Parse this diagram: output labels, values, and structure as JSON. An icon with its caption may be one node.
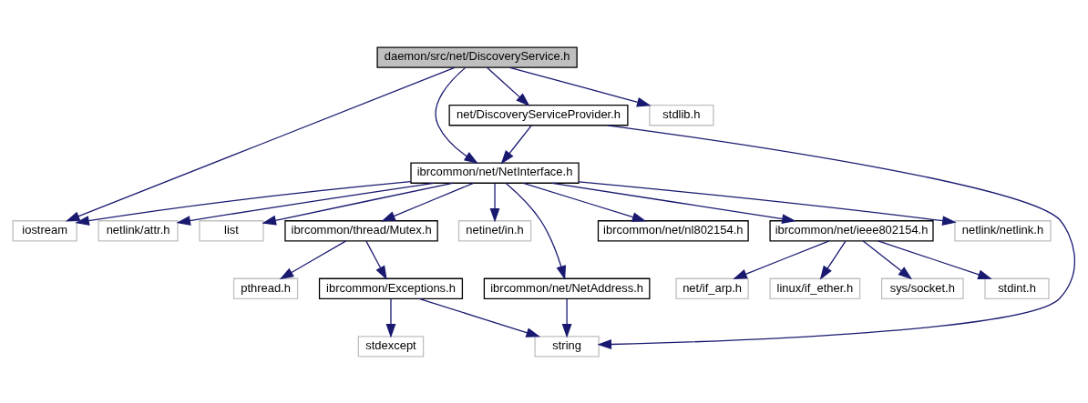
{
  "diagram": {
    "nodes": [
      {
        "text": [
          "daemon/src/net/DiscoveryService.h"
        ]
      },
      {
        "text": [
          "net/DiscoveryServiceProvider.h"
        ]
      },
      {
        "text": [
          "stdlib.h"
        ]
      },
      {
        "text": [
          "ibrcommon/net/NetInterface.h"
        ]
      },
      {
        "text": [
          "iostream"
        ]
      },
      {
        "text": [
          "netinet/in.h"
        ]
      },
      {
        "text": [
          "netlink/netlink.h"
        ]
      },
      {
        "text": [
          "netlink/attr.h"
        ]
      },
      {
        "text": [
          "list"
        ]
      },
      {
        "text": [
          "ibrcommon/thread/Mutex.h"
        ]
      },
      {
        "text": [
          "ibrcommon/net/nl802154.h"
        ]
      },
      {
        "text": [
          "ibrcommon/net/ieee802154.h"
        ]
      },
      {
        "text": [
          "ibrcommon/net/NetAddress.h"
        ]
      },
      {
        "text": [
          "pthread.h"
        ]
      },
      {
        "text": [
          "ibrcommon/Exceptions.h"
        ]
      },
      {
        "text": [
          "linux/if_ether.h"
        ]
      },
      {
        "text": [
          "sys/socket.h"
        ]
      },
      {
        "text": [
          "stdint.h"
        ]
      },
      {
        "text": [
          "net/if_arp.h"
        ]
      },
      {
        "text": [
          "string"
        ]
      },
      {
        "text": [
          "stdexcept"
        ]
      }
    ],
    "edges": [
      {
        "from": 0,
        "to": 1,
        "arrow": "to"
      },
      {
        "from": 0,
        "to": 3,
        "arrow": "to"
      },
      {
        "from": 0,
        "to": 2,
        "arrow": "to"
      },
      {
        "from": 0,
        "to": 4,
        "arrow": "to"
      },
      {
        "from": 1,
        "to": 3,
        "arrow": "to"
      },
      {
        "from": 1,
        "to": 19,
        "arrow": "to"
      },
      {
        "from": 3,
        "to": 12,
        "arrow": "to"
      },
      {
        "from": 3,
        "to": 5,
        "arrow": "to"
      },
      {
        "from": 3,
        "to": 6,
        "arrow": "to"
      },
      {
        "from": 3,
        "to": 7,
        "arrow": "to"
      },
      {
        "from": 3,
        "to": 8,
        "arrow": "to"
      },
      {
        "from": 3,
        "to": 9,
        "arrow": "to"
      },
      {
        "from": 3,
        "to": 10,
        "arrow": "to"
      },
      {
        "from": 3,
        "to": 11,
        "arrow": "to"
      },
      {
        "from": 3,
        "to": 4,
        "arrow": "to"
      },
      {
        "from": 12,
        "to": 19,
        "arrow": "to"
      },
      {
        "from": 9,
        "to": 13,
        "arrow": "to"
      },
      {
        "from": 9,
        "to": 14,
        "arrow": "to"
      },
      {
        "from": 14,
        "to": 19,
        "arrow": "to"
      },
      {
        "from": 14,
        "to": 20,
        "arrow": "to"
      },
      {
        "from": 11,
        "to": 15,
        "arrow": "to"
      },
      {
        "from": 11,
        "to": 16,
        "arrow": "to"
      },
      {
        "from": 11,
        "to": 17,
        "arrow": "to"
      },
      {
        "from": 11,
        "to": 18,
        "arrow": "to"
      }
    ]
  }
}
